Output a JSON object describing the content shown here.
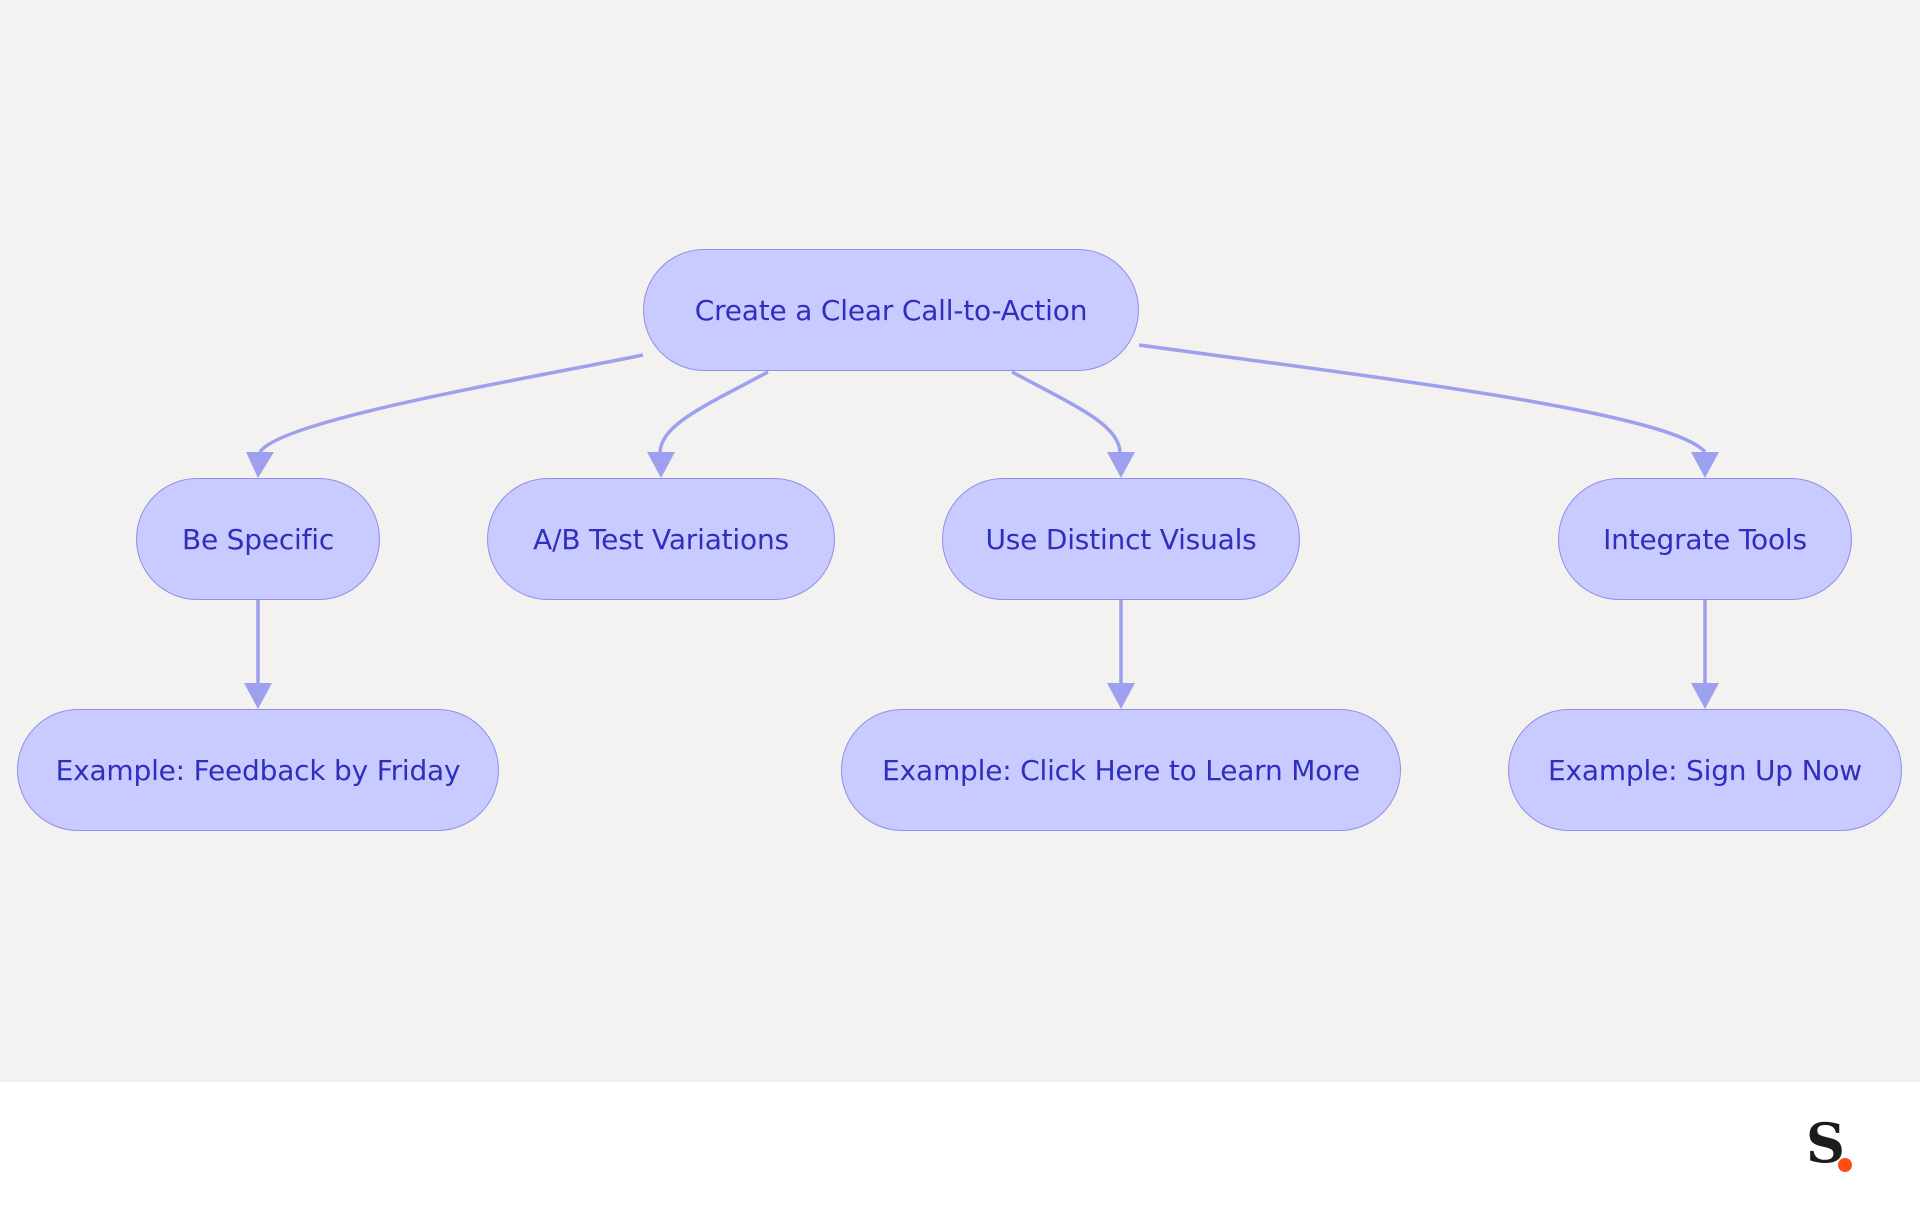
{
  "diagram": {
    "root": "Create a Clear Call-to-Action",
    "branches": [
      "Be Specific",
      "A/B Test Variations",
      "Use Distinct Visuals",
      "Integrate Tools"
    ],
    "examples": [
      "Example: Feedback by Friday",
      "Example: Click Here to Learn More",
      "Example: Sign Up Now"
    ],
    "edges": [
      [
        "Create a Clear Call-to-Action",
        "Be Specific"
      ],
      [
        "Create a Clear Call-to-Action",
        "A/B Test Variations"
      ],
      [
        "Create a Clear Call-to-Action",
        "Use Distinct Visuals"
      ],
      [
        "Create a Clear Call-to-Action",
        "Integrate Tools"
      ],
      [
        "Be Specific",
        "Example: Feedback by Friday"
      ],
      [
        "Use Distinct Visuals",
        "Example: Click Here to Learn More"
      ],
      [
        "Integrate Tools",
        "Example: Sign Up Now"
      ]
    ]
  },
  "colors": {
    "canvas_background": "#f3f2f1",
    "node_fill": "#c9caff",
    "node_border": "#8e91e6",
    "node_text": "#2f2fbd",
    "edge": "#9da0ee",
    "logo_dot": "#ff4d12"
  },
  "logo": {
    "letter": "S",
    "icon": "brand-logo-icon"
  }
}
